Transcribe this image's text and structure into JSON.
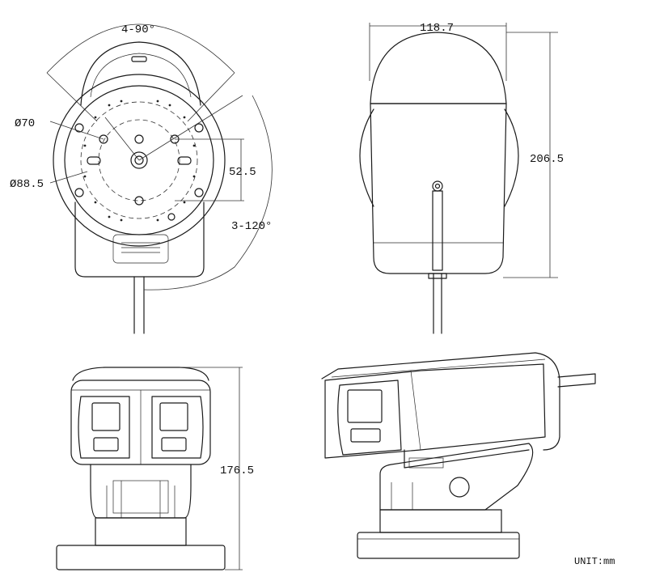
{
  "labels": {
    "angle_tilt": "4-90°",
    "dia_inner": "Ø70",
    "dia_outer": "Ø88.5",
    "spacing": "52.5",
    "angle_rotate": "3-120°",
    "width": "118.7",
    "height_side": "206.5",
    "height_front": "176.5",
    "unit": "UNIT:mm"
  }
}
